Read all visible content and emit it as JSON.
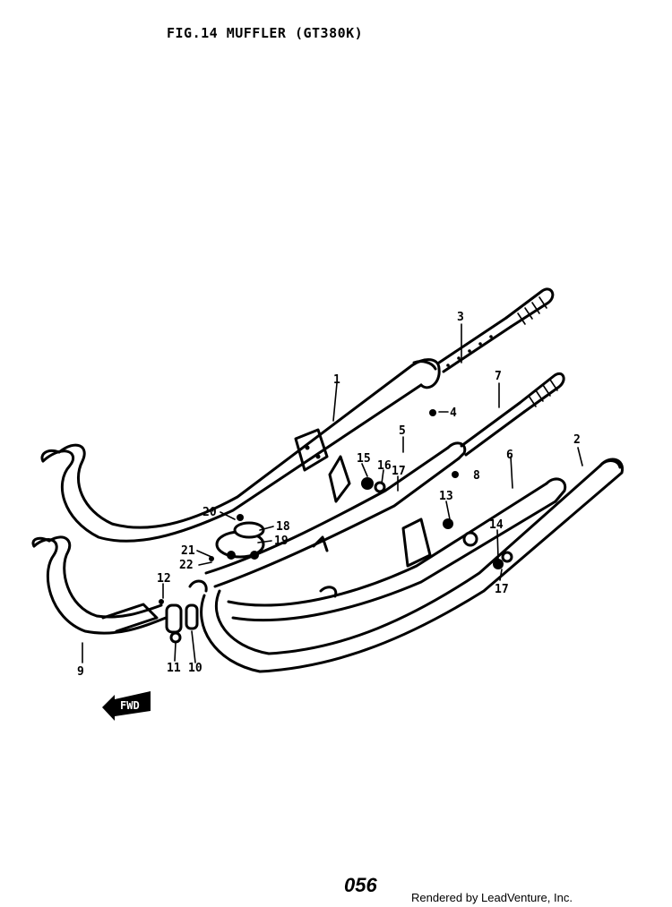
{
  "figure": {
    "title": "FIG.14  MUFFLER (GT380K)"
  },
  "direction_indicator": {
    "label": "FWD"
  },
  "footer": {
    "page_number": "056",
    "credit": "Rendered by LeadVenture, Inc."
  },
  "callouts": [
    {
      "id": "1",
      "label": "1"
    },
    {
      "id": "2",
      "label": "2"
    },
    {
      "id": "3",
      "label": "3"
    },
    {
      "id": "4",
      "label": "4"
    },
    {
      "id": "5",
      "label": "5"
    },
    {
      "id": "6",
      "label": "6"
    },
    {
      "id": "7",
      "label": "7"
    },
    {
      "id": "8",
      "label": "8"
    },
    {
      "id": "9",
      "label": "9"
    },
    {
      "id": "10",
      "label": "10"
    },
    {
      "id": "11",
      "label": "11"
    },
    {
      "id": "12",
      "label": "12"
    },
    {
      "id": "13",
      "label": "13"
    },
    {
      "id": "14",
      "label": "14"
    },
    {
      "id": "15",
      "label": "15"
    },
    {
      "id": "16",
      "label": "16"
    },
    {
      "id": "17a",
      "label": "17"
    },
    {
      "id": "17b",
      "label": "17"
    },
    {
      "id": "18",
      "label": "18"
    },
    {
      "id": "19",
      "label": "19"
    },
    {
      "id": "20",
      "label": "20"
    },
    {
      "id": "21",
      "label": "21"
    },
    {
      "id": "22",
      "label": "22"
    }
  ]
}
